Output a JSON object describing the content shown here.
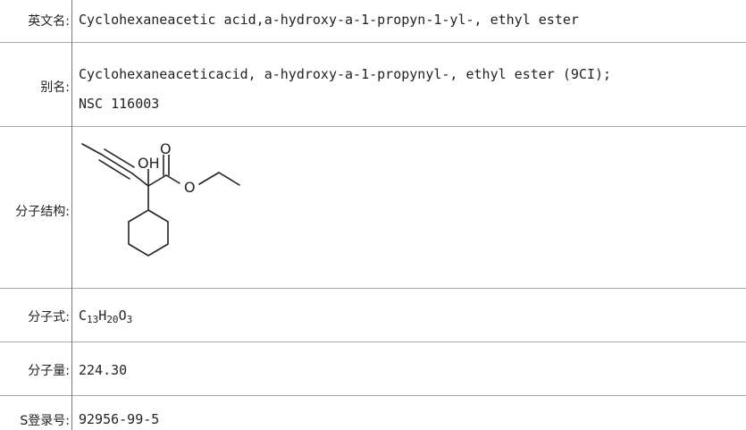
{
  "rows": {
    "english_name": {
      "label": "英文名:",
      "value": "Cyclohexaneacetic acid,a-hydroxy-a-1-propyn-1-yl-, ethyl ester"
    },
    "alias": {
      "label": "别名:",
      "value_line1": "Cyclohexaneaceticacid, a-hydroxy-a-1-propynyl-, ethyl ester (9CI);",
      "value_line2": "NSC 116003"
    },
    "structure": {
      "label": "分子结构:",
      "atom_oh": "OH",
      "atom_o_carbonyl": "O",
      "atom_o_ester": "O"
    },
    "formula": {
      "label": "分子式:",
      "c": "C",
      "c_count": "13",
      "h": "H",
      "h_count": "20",
      "o": "O",
      "o_count": "3"
    },
    "weight": {
      "label": "分子量:",
      "value": "224.30"
    },
    "cas": {
      "label": "S登录号:",
      "value": "92956-99-5"
    }
  }
}
